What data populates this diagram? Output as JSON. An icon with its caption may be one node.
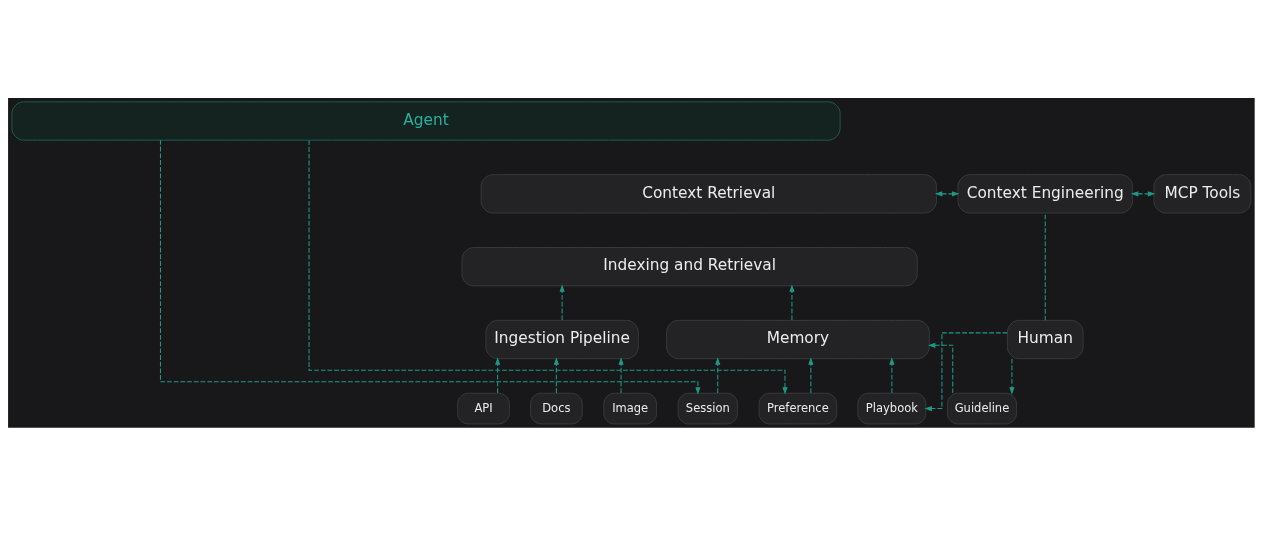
{
  "diagram": {
    "nodes": [
      {
        "text": [
          "Agent"
        ]
      },
      {
        "text": [
          "Context Retrieval"
        ]
      },
      {
        "text": [
          "Context Engineering"
        ]
      },
      {
        "text": [
          "MCP Tools"
        ]
      },
      {
        "text": [
          "Indexing and Retrieval"
        ]
      },
      {
        "text": [
          "Ingestion Pipeline"
        ]
      },
      {
        "text": [
          "Memory"
        ]
      },
      {
        "text": [
          "Human"
        ]
      },
      {
        "text": [
          "API"
        ]
      },
      {
        "text": [
          "Docs"
        ]
      },
      {
        "text": [
          "Image"
        ]
      },
      {
        "text": [
          "Session"
        ]
      },
      {
        "text": [
          "Preference"
        ]
      },
      {
        "text": [
          "Playbook"
        ]
      },
      {
        "text": [
          "Guideline"
        ]
      }
    ],
    "edges": [
      {
        "from": 1,
        "to": 2,
        "arrow": "both",
        "style": "dashed"
      },
      {
        "from": 2,
        "to": 3,
        "arrow": "both",
        "style": "dashed"
      },
      {
        "from": 5,
        "to": 4,
        "arrow": "to",
        "style": "dashed"
      },
      {
        "from": 6,
        "to": 4,
        "arrow": "to",
        "style": "dashed"
      },
      {
        "from": 8,
        "to": 5,
        "arrow": "to",
        "style": "dashed"
      },
      {
        "from": 9,
        "to": 5,
        "arrow": "to",
        "style": "dashed"
      },
      {
        "from": 10,
        "to": 5,
        "arrow": "to",
        "style": "dashed"
      },
      {
        "from": 11,
        "to": 6,
        "arrow": "to",
        "style": "dashed"
      },
      {
        "from": 12,
        "to": 6,
        "arrow": "to",
        "style": "dashed"
      },
      {
        "from": 13,
        "to": 6,
        "arrow": "to",
        "style": "dashed"
      },
      {
        "from": 14,
        "to": 6,
        "arrow": "to",
        "style": "dashed"
      },
      {
        "from": 7,
        "to": 2,
        "arrow": "none",
        "style": "dashed"
      },
      {
        "from": 7,
        "to": 13,
        "arrow": "to",
        "style": "dashed"
      },
      {
        "from": 7,
        "to": 14,
        "arrow": "to",
        "style": "dashed"
      },
      {
        "from": 0,
        "to": 11,
        "arrow": "to",
        "style": "dashed"
      },
      {
        "from": 0,
        "to": 12,
        "arrow": "to",
        "style": "dashed"
      }
    ]
  }
}
